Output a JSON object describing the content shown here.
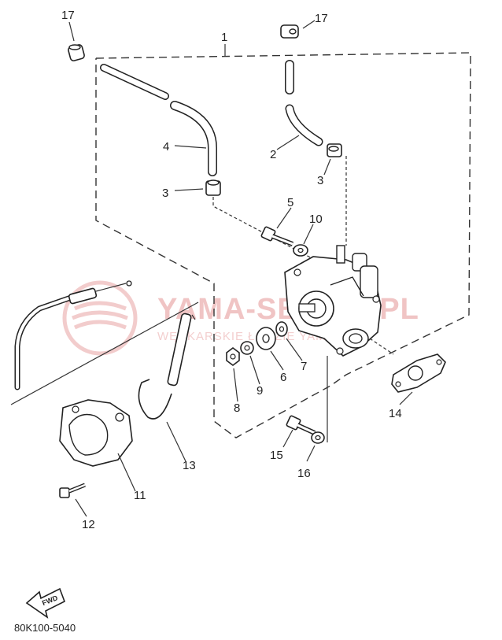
{
  "diagram": {
    "callouts": [
      {
        "id": "1",
        "label": "1"
      },
      {
        "id": "2",
        "label": "2"
      },
      {
        "id": "3a",
        "label": "3"
      },
      {
        "id": "3b",
        "label": "3"
      },
      {
        "id": "4",
        "label": "4"
      },
      {
        "id": "5",
        "label": "5"
      },
      {
        "id": "6",
        "label": "6"
      },
      {
        "id": "7",
        "label": "7"
      },
      {
        "id": "8",
        "label": "8"
      },
      {
        "id": "9",
        "label": "9"
      },
      {
        "id": "10",
        "label": "10"
      },
      {
        "id": "11",
        "label": "11"
      },
      {
        "id": "12",
        "label": "12"
      },
      {
        "id": "13",
        "label": "13"
      },
      {
        "id": "14",
        "label": "14"
      },
      {
        "id": "15",
        "label": "15"
      },
      {
        "id": "16",
        "label": "16"
      },
      {
        "id": "17a",
        "label": "17"
      },
      {
        "id": "17b",
        "label": "17"
      }
    ],
    "drawing_code": "80K100-5040",
    "fwd_label": "FWD"
  },
  "watermark": {
    "main": "YAMA-SERVIS.PL",
    "sub": "WĘDKARSKIE ŁODZIE YAMAHA",
    "color": "#e8a0a0"
  }
}
